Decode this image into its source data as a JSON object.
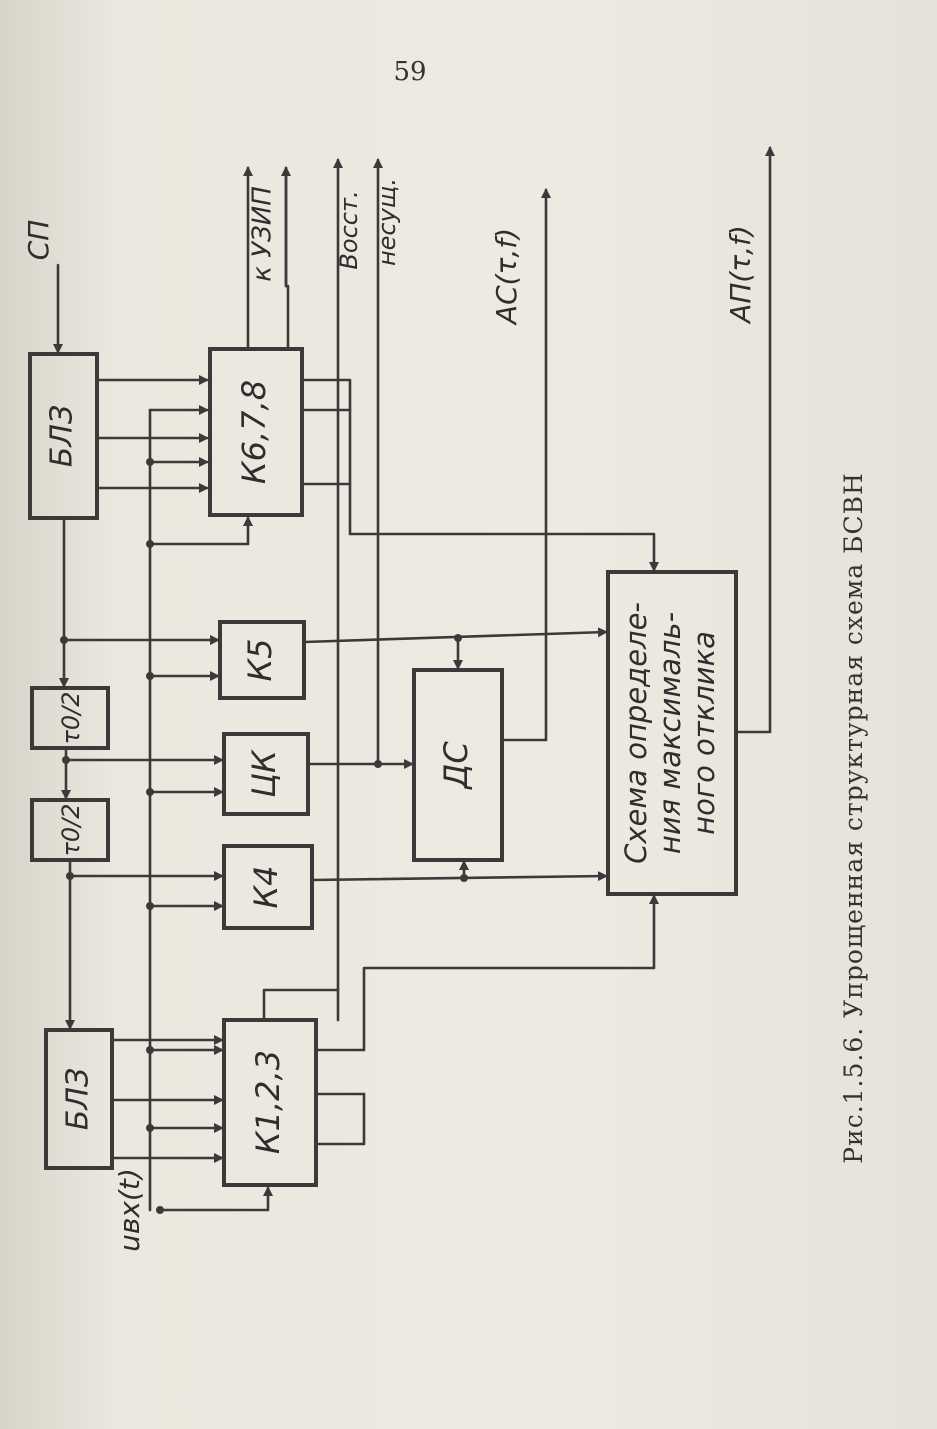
{
  "page_number": "59",
  "caption": "Рис.1.5.6. Упрощенная структурная схема БСВН",
  "blocks": {
    "blz_top": "БЛЗ",
    "blz_bottom": "БЛЗ",
    "k678": "К6,7,8",
    "k123": "К1,2,3",
    "k5": "К5",
    "k4": "К4",
    "ck": "ЦК",
    "ds": "ДС",
    "delay1": "τ0/2",
    "delay2": "τ0/2",
    "max_line1": "Схема определе-",
    "max_line2": "ния максималь-",
    "max_line3": "ного отклика"
  },
  "signals": {
    "sp": "СП",
    "uvx": "uвх(t)",
    "k_uzip": "к УЗИП",
    "vosst": "Восст.",
    "nesusch": "несущ.",
    "ac": "АС(τ,f)",
    "ap": "АП(τ,f)"
  },
  "colors": {
    "ink": "#3a3a3a",
    "paper": "#eeeae2"
  }
}
